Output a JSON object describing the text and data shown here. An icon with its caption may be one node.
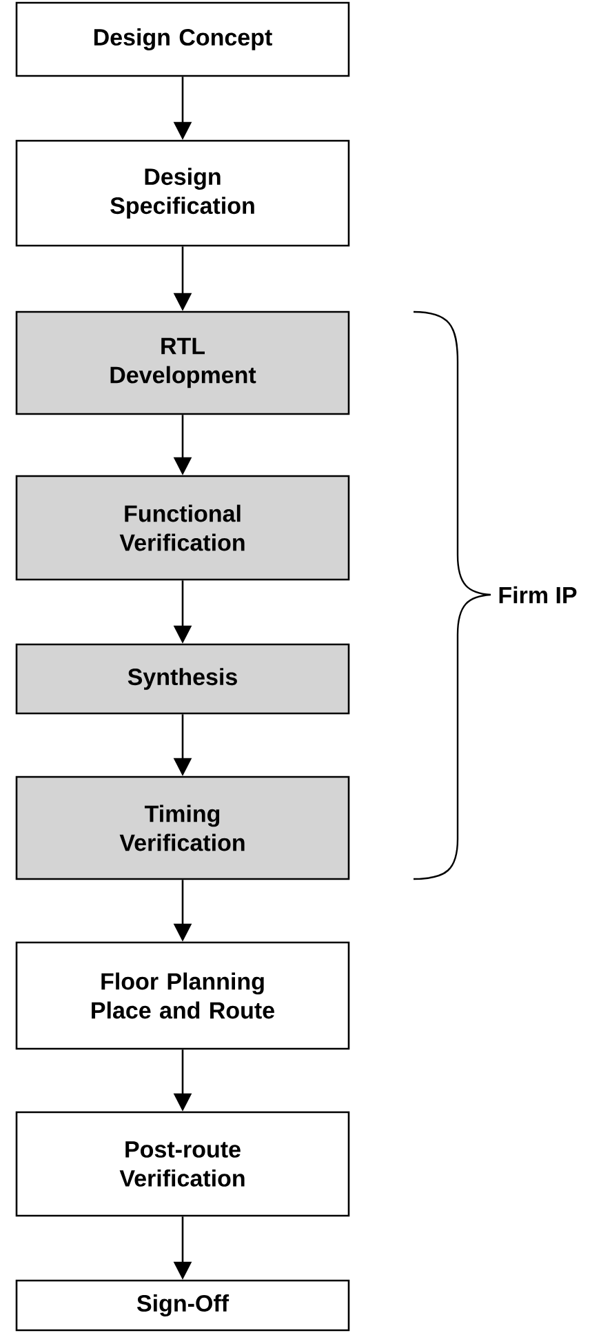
{
  "diagram": {
    "nodes": [
      {
        "text": [
          "Design Concept"
        ]
      },
      {
        "text": [
          "Design Specification"
        ]
      },
      {
        "text": [
          "RTL Development"
        ]
      },
      {
        "text": [
          "Functional Verification"
        ]
      },
      {
        "text": [
          "Synthesis"
        ]
      },
      {
        "text": [
          "Timing Verification"
        ]
      },
      {
        "text": [
          "Floor Planning Place and Route"
        ]
      },
      {
        "text": [
          "Post-route Verification"
        ]
      },
      {
        "text": [
          "Sign-Off"
        ]
      }
    ],
    "edges": [
      {
        "from": 0,
        "to": 1,
        "arrow": "to"
      },
      {
        "from": 1,
        "to": 2,
        "arrow": "to"
      },
      {
        "from": 2,
        "to": 3,
        "arrow": "to"
      },
      {
        "from": 3,
        "to": 4,
        "arrow": "to"
      },
      {
        "from": 4,
        "to": 5,
        "arrow": "to"
      },
      {
        "from": 5,
        "to": 6,
        "arrow": "to"
      },
      {
        "from": 6,
        "to": 7,
        "arrow": "to"
      },
      {
        "from": 7,
        "to": 8,
        "arrow": "to"
      }
    ],
    "labels": [
      "Firm IP"
    ]
  }
}
